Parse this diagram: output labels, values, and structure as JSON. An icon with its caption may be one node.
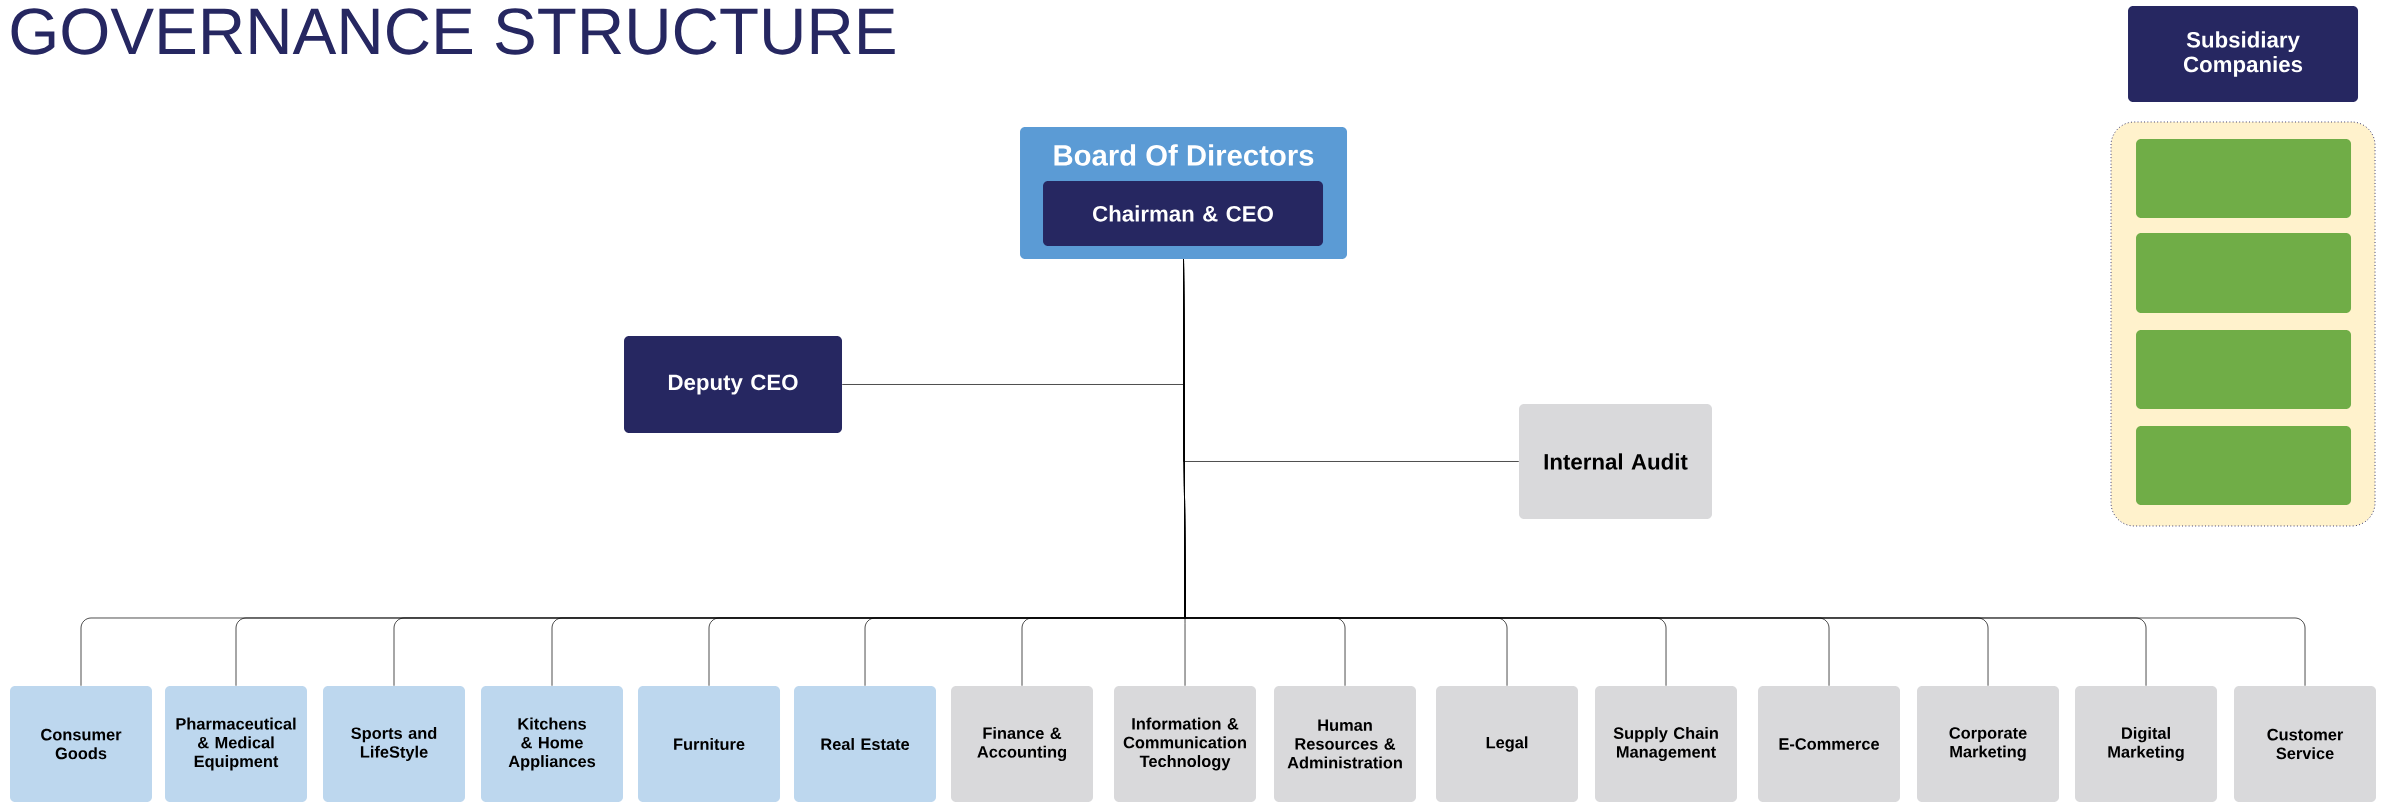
{
  "diagram": {
    "title": "GOVERNANCE STRUCTURE",
    "nodes": [
      {
        "text": [
          "Board Of Directors"
        ]
      },
      {
        "text": [
          "Chairman & CEO"
        ],
        "in": 0
      },
      {
        "text": [
          "Deputy CEO"
        ]
      },
      {
        "text": [
          "Internal Audit"
        ]
      },
      {
        "text": [
          "Subsidiary Companies"
        ]
      },
      {
        "text": [],
        "shape": "box"
      },
      {
        "text": [],
        "shape": "box",
        "in": 5
      },
      {
        "text": [],
        "shape": "box",
        "in": 5
      },
      {
        "text": [],
        "shape": "box",
        "in": 5
      },
      {
        "text": [],
        "shape": "box",
        "in": 5
      },
      {
        "text": [
          "Consumer Goods"
        ]
      },
      {
        "text": [
          "Pharmaceutical & Medical Equipment"
        ]
      },
      {
        "text": [
          "Sports and LifeStyle"
        ]
      },
      {
        "text": [
          "Kitchens & Home Appliances"
        ]
      },
      {
        "text": [
          "Furniture"
        ]
      },
      {
        "text": [
          "Real Estate"
        ]
      },
      {
        "text": [
          "Finance & Accounting"
        ]
      },
      {
        "text": [
          "Information & Communication Technology"
        ]
      },
      {
        "text": [
          "Human Resources & Administration"
        ]
      },
      {
        "text": [
          "Legal"
        ]
      },
      {
        "text": [
          "Supply Chain Management"
        ]
      },
      {
        "text": [
          "E-Commerce"
        ]
      },
      {
        "text": [
          "Corporate Marketing"
        ]
      },
      {
        "text": [
          "Digital Marketing"
        ]
      },
      {
        "text": [
          "Customer Service"
        ]
      }
    ],
    "edges": [
      {
        "from": 0,
        "to": 2,
        "arrow": "none"
      },
      {
        "from": 0,
        "to": 3,
        "arrow": "none"
      },
      {
        "from": 0,
        "to": 10,
        "arrow": "none"
      },
      {
        "from": 0,
        "to": 11,
        "arrow": "none"
      },
      {
        "from": 0,
        "to": 12,
        "arrow": "none"
      },
      {
        "from": 0,
        "to": 13,
        "arrow": "none"
      },
      {
        "from": 0,
        "to": 14,
        "arrow": "none"
      },
      {
        "from": 0,
        "to": 15,
        "arrow": "none"
      },
      {
        "from": 0,
        "to": 16,
        "arrow": "none"
      },
      {
        "from": 0,
        "to": 17,
        "arrow": "none"
      },
      {
        "from": 0,
        "to": 18,
        "arrow": "none"
      },
      {
        "from": 0,
        "to": 19,
        "arrow": "none"
      },
      {
        "from": 0,
        "to": 20,
        "arrow": "none"
      },
      {
        "from": 0,
        "to": 21,
        "arrow": "none"
      },
      {
        "from": 0,
        "to": 22,
        "arrow": "none"
      },
      {
        "from": 0,
        "to": 23,
        "arrow": "none"
      },
      {
        "from": 0,
        "to": 24,
        "arrow": "none"
      }
    ]
  }
}
